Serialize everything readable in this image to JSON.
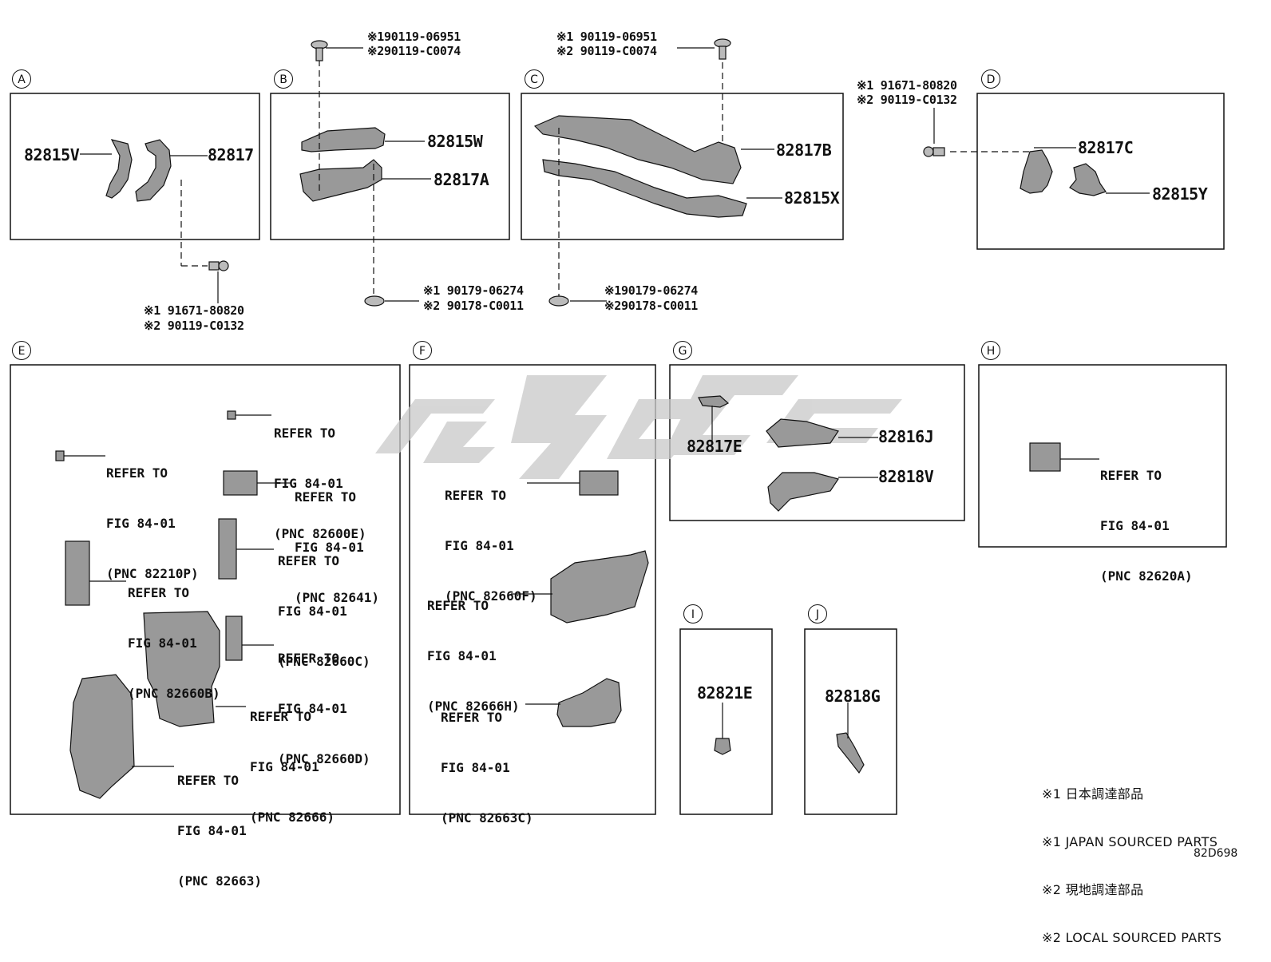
{
  "sections": {
    "A": {
      "label": "A",
      "parts": [
        "82815V",
        "82817"
      ],
      "bolt": [
        "※1 91671-80820",
        "※2 90119-C0132"
      ]
    },
    "B": {
      "label": "B",
      "parts": [
        "82815W",
        "82817A"
      ],
      "bolt_top": [
        "※190119-06951",
        "※290119-C0074"
      ],
      "clip": [
        "※1 90179-06274",
        "※2 90178-C0011"
      ]
    },
    "C": {
      "label": "C",
      "parts": [
        "82817B",
        "82815X"
      ],
      "bolt_top": [
        "※1 90119-06951",
        "※2 90119-C0074"
      ],
      "clip": [
        "※190179-06274",
        "※290178-C0011"
      ]
    },
    "D": {
      "label": "D",
      "parts": [
        "82817C",
        "82815Y"
      ],
      "bolt": [
        "※1 91671-80820",
        "※2 90119-C0132"
      ]
    },
    "E": {
      "label": "E",
      "refs": [
        [
          "REFER TO",
          "FIG 84-01",
          "(PNC 82600E)"
        ],
        [
          "REFER TO",
          "FIG 84-01",
          "(PNC 82210P)"
        ],
        [
          "REFER TO",
          "FIG 84-01",
          "(PNC 82641)"
        ],
        [
          "REFER TO",
          "FIG 84-01",
          "(PNC 82660C)"
        ],
        [
          "REFER TO",
          "FIG 84-01",
          "(PNC 82660B)"
        ],
        [
          "REFER TO",
          "FIG 84-01",
          "(PNC 82660D)"
        ],
        [
          "REFER TO",
          "FIG 84-01",
          "(PNC 82666)"
        ],
        [
          "REFER TO",
          "FIG 84-01",
          "(PNC 82663)"
        ]
      ]
    },
    "F": {
      "label": "F",
      "refs": [
        [
          "REFER TO",
          "FIG 84-01",
          "(PNC 82660F)"
        ],
        [
          "REFER TO",
          "FIG 84-01",
          "(PNC 82666H)"
        ],
        [
          "REFER TO",
          "FIG 84-01",
          "(PNC 82663C)"
        ]
      ]
    },
    "G": {
      "label": "G",
      "parts": [
        "82817E",
        "82816J",
        "82818V"
      ]
    },
    "H": {
      "label": "H",
      "refs": [
        [
          "REFER TO",
          "FIG 84-01",
          "(PNC 82620A)"
        ]
      ]
    },
    "I": {
      "label": "I",
      "parts": [
        "82821E"
      ]
    },
    "J": {
      "label": "J",
      "parts": [
        "82818G"
      ]
    }
  },
  "legend": [
    "※1 日本調達部品",
    "※1 JAPAN SOURCED PARTS",
    "※2 現地調達部品",
    "※2 LOCAL SOURCED PARTS"
  ],
  "diagram_code": "82D698"
}
